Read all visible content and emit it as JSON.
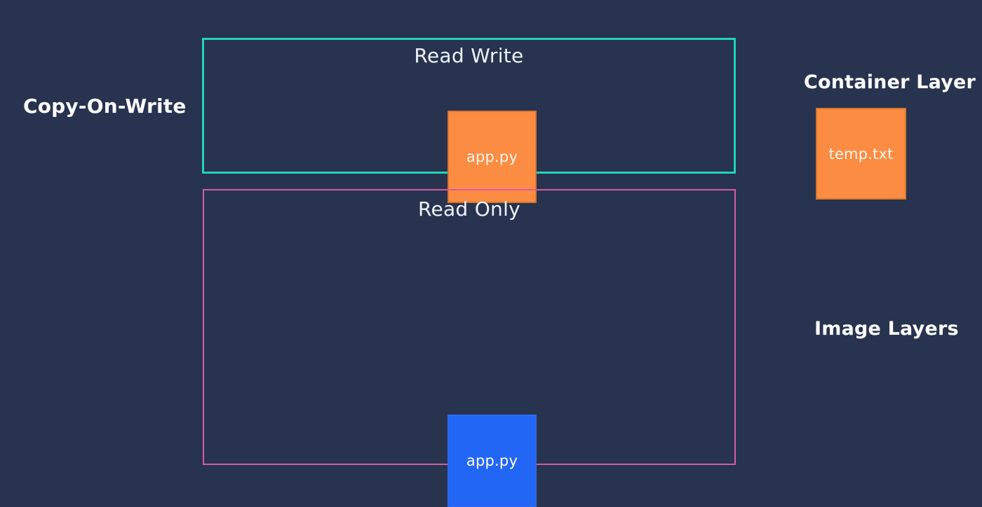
{
  "diagram": {
    "title": "Copy-On-Write",
    "background_color": "#27334f",
    "side_labels": [
      {
        "id": "copy-on-write",
        "text": "Copy-On-Write"
      },
      {
        "id": "container-layer",
        "text": "Container Layer"
      },
      {
        "id": "image-layers",
        "text": "Image Layers"
      }
    ],
    "layers": [
      {
        "id": "read-write",
        "title": "Read Write",
        "border_color": "#22d3b5",
        "files": [
          {
            "id": "app-py-rw",
            "label": "app.py",
            "color": "#fb8c42"
          },
          {
            "id": "temp-txt-rw",
            "label": "temp.txt",
            "color": "#fb8c42"
          }
        ]
      },
      {
        "id": "read-only",
        "title": "Read Only",
        "border_color": "#d45c9f",
        "files": [
          {
            "id": "app-py-ro",
            "label": "app.py",
            "color": "#2266f5"
          }
        ]
      }
    ]
  }
}
